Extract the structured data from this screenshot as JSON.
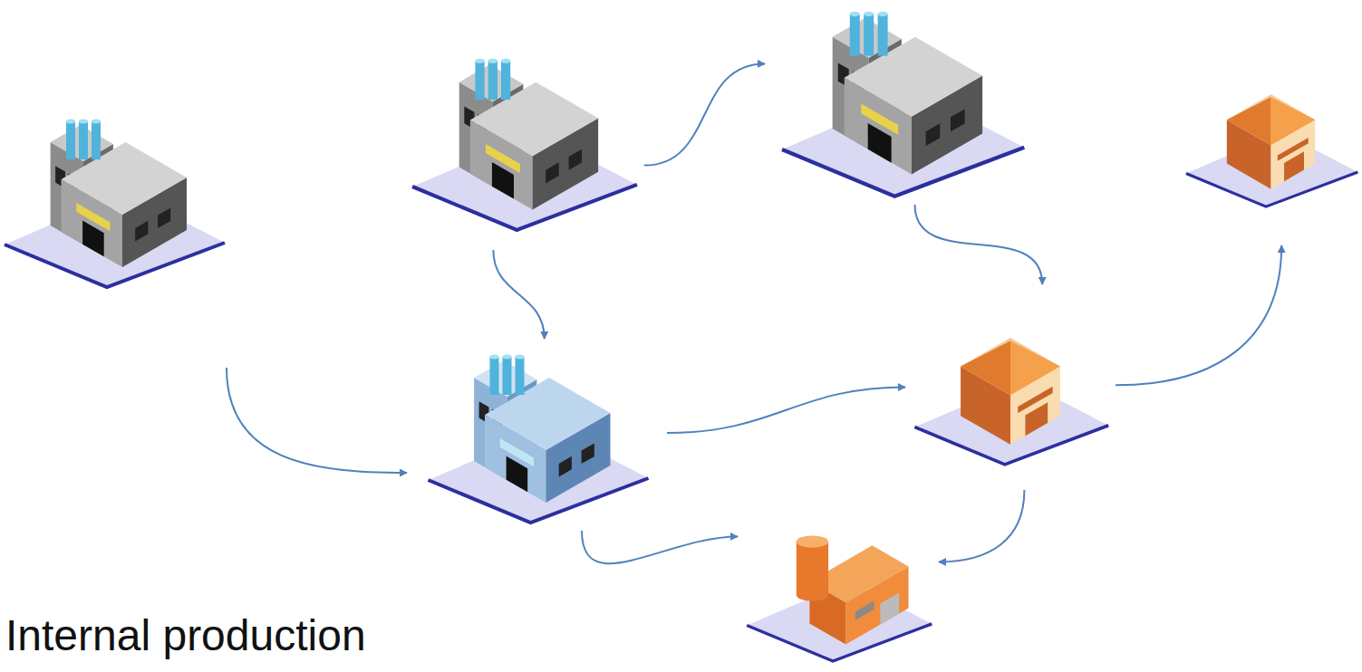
{
  "diagram": {
    "nodes": [
      {
        "text": []
      },
      {
        "text": []
      },
      {
        "text": []
      },
      {
        "text": []
      },
      {
        "text": []
      },
      {
        "text": []
      },
      {
        "text": []
      }
    ],
    "edges": [
      {
        "from": 0,
        "to": 4,
        "arrow": "to"
      },
      {
        "from": 1,
        "to": 4,
        "arrow": "to"
      },
      {
        "from": 1,
        "to": 2,
        "arrow": "to"
      },
      {
        "from": 2,
        "to": 5,
        "arrow": "to"
      },
      {
        "from": 4,
        "to": 5,
        "arrow": "to"
      },
      {
        "from": 4,
        "to": 6,
        "arrow": "to"
      },
      {
        "from": 5,
        "to": 6,
        "arrow": "to"
      },
      {
        "from": 5,
        "to": 3,
        "arrow": "to"
      }
    ],
    "labels": [
      "Internal production"
    ]
  }
}
